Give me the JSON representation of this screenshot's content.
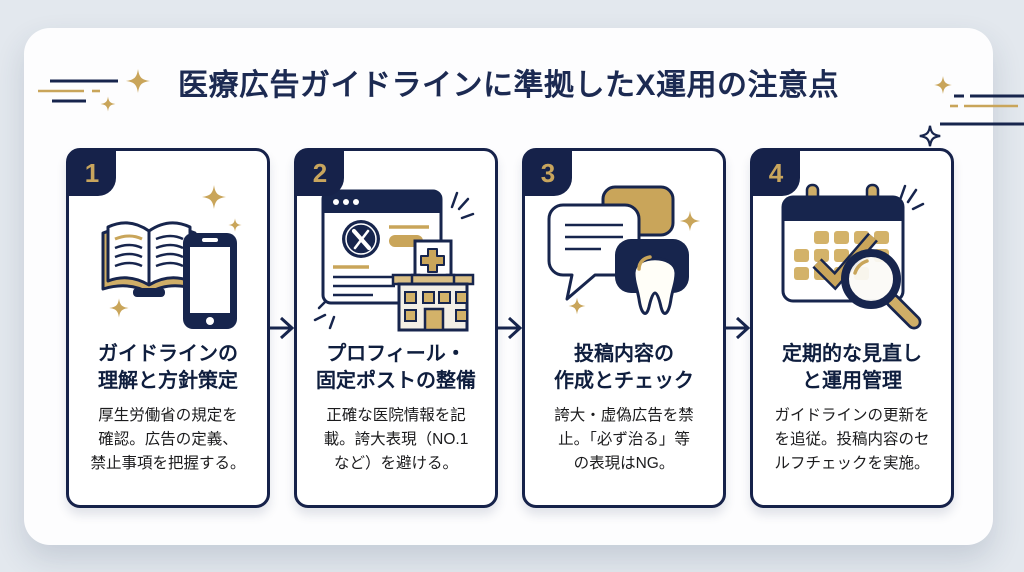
{
  "header": {
    "title": "医療広告ガイドラインに準拠したX運用の注意点"
  },
  "steps": [
    {
      "number": "1",
      "icon": "book-and-smartphone",
      "title": "ガイドラインの\n理解と方針策定",
      "description": "厚生労働省の規定を\n確認。広告の定義、\n禁止事項を把握する。"
    },
    {
      "number": "2",
      "icon": "x-profile-browser-and-clinic",
      "title": "プロフィール・\n固定ポストの整備",
      "description": "正確な医院情報を記\n載。誇大表現（NO.1\nなど）を避ける。"
    },
    {
      "number": "3",
      "icon": "chat-bubbles-and-tooth",
      "title": "投稿内容の\n作成とチェック",
      "description": "誇大・虚偽広告を禁\n止。「必ず治る」等\nの表現はNG。"
    },
    {
      "number": "4",
      "icon": "calendar-check-and-magnifier",
      "title": "定期的な見直し\nと運用管理",
      "description": "ガイドラインの更新を\nを追従。投稿内容のセ\nルフチェックを実施。"
    }
  ],
  "palette": {
    "navy": "#17254d",
    "gold": "#c9a55a",
    "background": "#e3e8ee",
    "panel": "#fdfdfe",
    "card_border": "#16224a",
    "body_text": "#1c1c1e"
  }
}
